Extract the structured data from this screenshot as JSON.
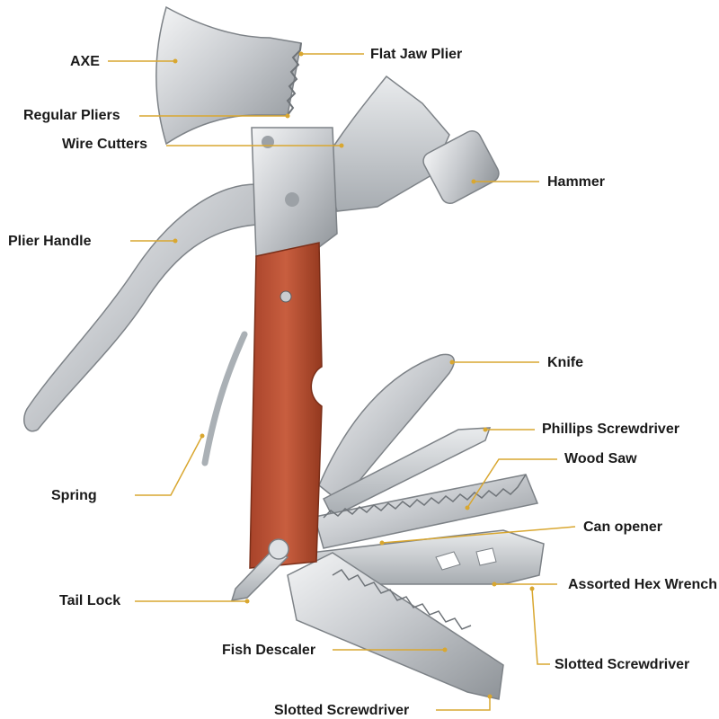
{
  "accent_color": "#d9a730",
  "labels": {
    "axe": "AXE",
    "flat_jaw_plier": "Flat Jaw Plier",
    "regular_pliers": "Regular Pliers",
    "wire_cutters": "Wire Cutters",
    "hammer": "Hammer",
    "plier_handle": "Plier Handle",
    "knife": "Knife",
    "phillips_screwdriver": "Phillips Screwdriver",
    "wood_saw": "Wood Saw",
    "spring": "Spring",
    "can_opener": "Can opener",
    "assorted_hex_wrench": "Assorted Hex Wrench",
    "tail_lock": "Tail Lock",
    "fish_descaler": "Fish Descaler",
    "slotted_screwdriver_right": "Slotted Screwdriver",
    "slotted_screwdriver_bottom": "Slotted Screwdriver"
  }
}
